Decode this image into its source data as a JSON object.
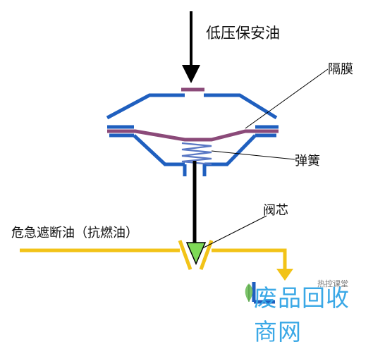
{
  "labels": {
    "input_oil": "低压保安油",
    "diaphragm": "隔膜",
    "spring": "弹簧",
    "valve_core": "阀芯",
    "emergency_trip_oil": "危急遮断油（抗燃油）"
  },
  "watermark": {
    "text": "废品回收商网",
    "sub_text": "热控课堂"
  },
  "colors": {
    "housing": "#1f5fbf",
    "diaphragm": "#8b4a79",
    "spring": "#5a78c4",
    "oil_pipe": "#f2c318",
    "valve_core": "#7ed957",
    "arrow": "#000000",
    "watermark": "#3aa8e6"
  }
}
